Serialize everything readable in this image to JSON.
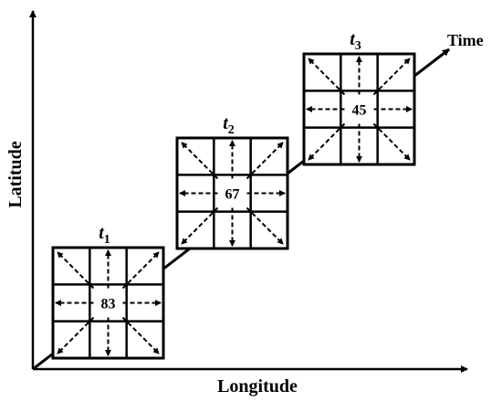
{
  "axes": {
    "x_label": "Longitude",
    "y_label": "Latitude",
    "diagonal_label": "Time"
  },
  "grids": [
    {
      "time_label": "t",
      "time_sub": "1",
      "center_value": "83"
    },
    {
      "time_label": "t",
      "time_sub": "2",
      "center_value": "67"
    },
    {
      "time_label": "t",
      "time_sub": "3",
      "center_value": "45"
    }
  ],
  "colors": {
    "ink": "#000000",
    "background": "#ffffff"
  }
}
